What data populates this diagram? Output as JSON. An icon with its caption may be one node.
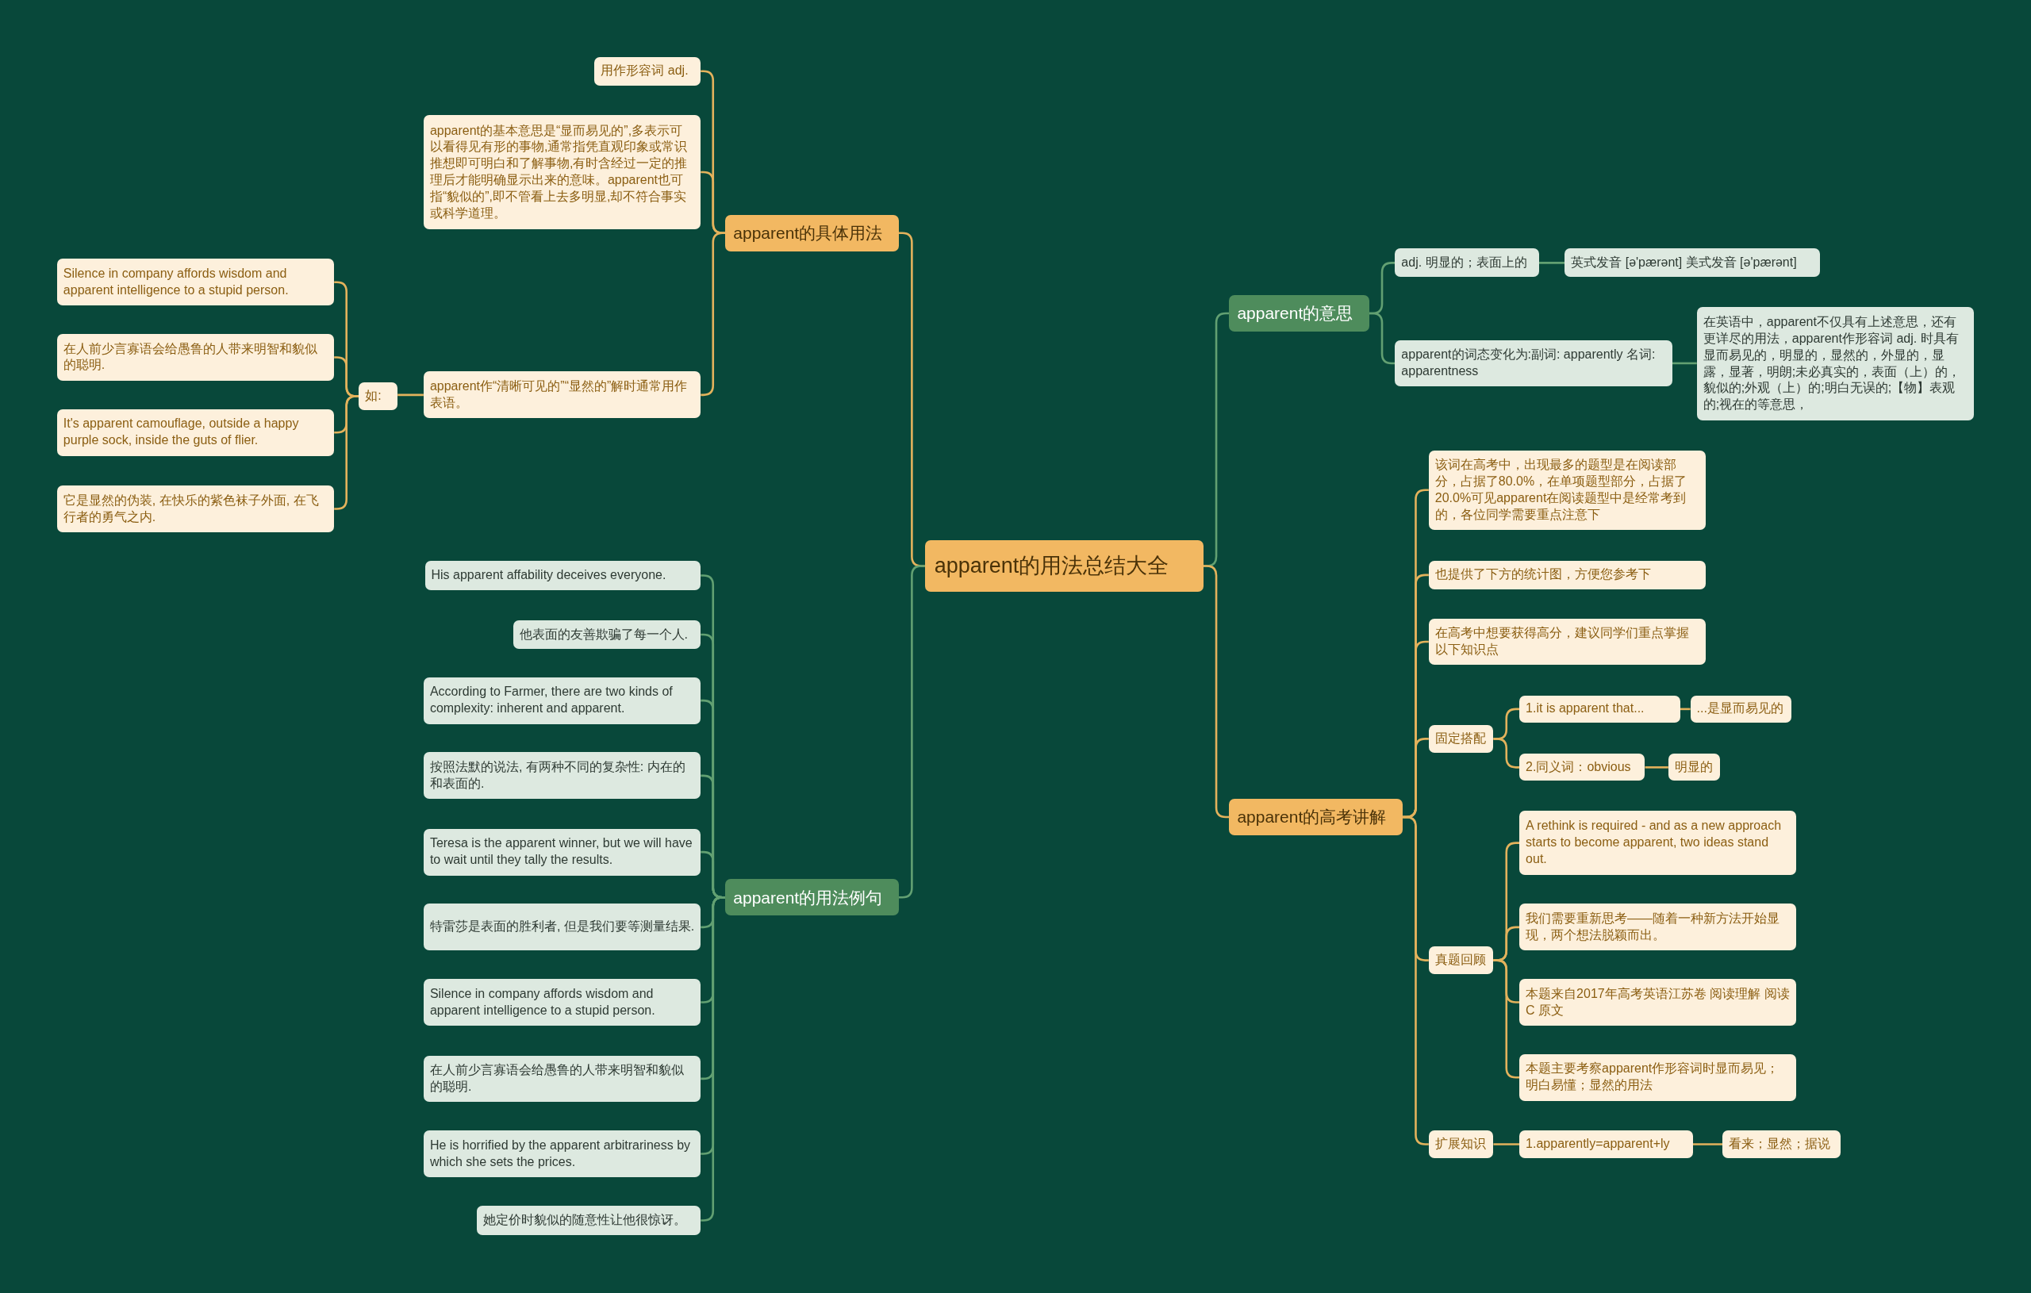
{
  "diagram": {
    "nodes": [
      {
        "text": [
          "apparent的用法总结大全"
        ]
      },
      {
        "text": [
          "apparent的具体用法"
        ]
      },
      {
        "text": [
          "用作形容词 adj."
        ]
      },
      {
        "text": [
          "apparent的基本意思是“显而易见的”,多表示可以看得见有形的事物,通常指凭直观印象或常识推想即可明白和了解事物,有时含经过一定的推理后才能明确显示出来的意味。apparent也可指“貌似的”,即不管看上去多明显,却不符合事实或科学道理。"
        ]
      },
      {
        "text": [
          "apparent作“清晰可见的”“显然的”解时通常用作表语。"
        ]
      },
      {
        "text": [
          "如:"
        ]
      },
      {
        "text": [
          "Silence in company affords wisdom and apparent intelligence to a stupid person."
        ]
      },
      {
        "text": [
          "在人前少言寡语会给愚鲁的人带来明智和貌似的聪明."
        ]
      },
      {
        "text": [
          "It's apparent camouflage, outside a happy purple sock, inside the guts of flier."
        ]
      },
      {
        "text": [
          "它是显然的伪装, 在快乐的紫色袜子外面, 在飞行者的勇气之内."
        ]
      },
      {
        "text": [
          "apparent的用法例句"
        ]
      },
      {
        "text": [
          "His apparent affability deceives everyone."
        ]
      },
      {
        "text": [
          "他表面的友善欺骗了每一个人."
        ]
      },
      {
        "text": [
          "According to Farmer, there are two kinds of complexity: inherent and apparent."
        ]
      },
      {
        "text": [
          "按照法默的说法, 有两种不同的复杂性: 内在的和表面的."
        ]
      },
      {
        "text": [
          "Teresa is the apparent winner, but we will have to wait until they tally the results."
        ]
      },
      {
        "text": [
          "特雷莎是表面的胜利者, 但是我们要等测量结果."
        ]
      },
      {
        "text": [
          "Silence in company affords wisdom and apparent intelligence to a stupid person."
        ]
      },
      {
        "text": [
          "在人前少言寡语会给愚鲁的人带来明智和貌似的聪明."
        ]
      },
      {
        "text": [
          "He is horrified by the apparent arbitrariness by which she sets the prices."
        ]
      },
      {
        "text": [
          "她定价时貌似的随意性让他很惊讶。"
        ]
      },
      {
        "text": [
          "apparent的意思"
        ]
      },
      {
        "text": [
          "adj. 明显的；表面上的"
        ]
      },
      {
        "text": [
          "英式发音 [ə'pærənt] 美式发音 [ə'pærənt]"
        ]
      },
      {
        "text": [
          "apparent的词态变化为:副词: apparently 名词: apparentness"
        ]
      },
      {
        "text": [
          "在英语中，apparent不仅具有上述意思，还有更详尽的用法，apparent作形容词 adj. 时具有显而易见的，明显的，显然的，外显的，显露，显著，明朗;未必真实的，表面（上）的，貌似的;外观（上）的;明白无误的;【物】表观的;视在的等意思，"
        ]
      },
      {
        "text": [
          "apparent的高考讲解"
        ]
      },
      {
        "text": [
          "该词在高考中，出现最多的题型是在阅读部分，占据了80.0%，在单项题型部分，占据了20.0%可见apparent在阅读题型中是经常考到的，各位同学需要重点注意下"
        ]
      },
      {
        "text": [
          "也提供了下方的统计图，方便您参考下"
        ]
      },
      {
        "text": [
          "在高考中想要获得高分，建议同学们重点掌握以下知识点"
        ]
      },
      {
        "text": [
          "固定搭配"
        ]
      },
      {
        "text": [
          "1.it is apparent that..."
        ]
      },
      {
        "text": [
          "...是显而易见的"
        ]
      },
      {
        "text": [
          "2.同义词：obvious"
        ]
      },
      {
        "text": [
          "明显的"
        ]
      },
      {
        "text": [
          "真题回顾"
        ]
      },
      {
        "text": [
          "A rethink is required - and as a new approach starts to become apparent, two ideas stand out."
        ]
      },
      {
        "text": [
          "我们需要重新思考——随着一种新方法开始显现，两个想法脱颖而出。"
        ]
      },
      {
        "text": [
          "本题来自2017年高考英语江苏卷 阅读理解 阅读C 原文"
        ]
      },
      {
        "text": [
          "本题主要考察apparent作形容词时显而易见；明白易懂；显然的用法"
        ]
      },
      {
        "text": [
          "扩展知识"
        ]
      },
      {
        "text": [
          "1.apparently=apparent+ly"
        ]
      },
      {
        "text": [
          "看来；显然；据说"
        ]
      }
    ],
    "edges": [
      {
        "from": 0,
        "to": 1,
        "arrow": "none"
      },
      {
        "from": 1,
        "to": 2,
        "arrow": "none"
      },
      {
        "from": 1,
        "to": 3,
        "arrow": "none"
      },
      {
        "from": 1,
        "to": 4,
        "arrow": "none"
      },
      {
        "from": 4,
        "to": 5,
        "arrow": "none"
      },
      {
        "from": 5,
        "to": 6,
        "arrow": "none"
      },
      {
        "from": 5,
        "to": 7,
        "arrow": "none"
      },
      {
        "from": 5,
        "to": 8,
        "arrow": "none"
      },
      {
        "from": 5,
        "to": 9,
        "arrow": "none"
      },
      {
        "from": 0,
        "to": 10,
        "arrow": "none",
        "color": "#62a072"
      },
      {
        "from": 10,
        "to": 11,
        "arrow": "none",
        "color": "#62a072"
      },
      {
        "from": 10,
        "to": 12,
        "arrow": "none",
        "color": "#62a072"
      },
      {
        "from": 10,
        "to": 13,
        "arrow": "none",
        "color": "#62a072"
      },
      {
        "from": 10,
        "to": 14,
        "arrow": "none",
        "color": "#62a072"
      },
      {
        "from": 10,
        "to": 15,
        "arrow": "none",
        "color": "#62a072"
      },
      {
        "from": 10,
        "to": 16,
        "arrow": "none",
        "color": "#62a072"
      },
      {
        "from": 10,
        "to": 17,
        "arrow": "none",
        "color": "#62a072"
      },
      {
        "from": 10,
        "to": 18,
        "arrow": "none",
        "color": "#62a072"
      },
      {
        "from": 10,
        "to": 19,
        "arrow": "none",
        "color": "#62a072"
      },
      {
        "from": 10,
        "to": 20,
        "arrow": "none",
        "color": "#62a072"
      },
      {
        "from": 0,
        "to": 21,
        "arrow": "none",
        "color": "#62a072"
      },
      {
        "from": 21,
        "to": 22,
        "arrow": "none",
        "color": "#62a072"
      },
      {
        "from": 22,
        "to": 23,
        "arrow": "none",
        "color": "#62a072"
      },
      {
        "from": 21,
        "to": 24,
        "arrow": "none",
        "color": "#62a072"
      },
      {
        "from": 24,
        "to": 25,
        "arrow": "none",
        "color": "#62a072"
      },
      {
        "from": 0,
        "to": 26,
        "arrow": "none"
      },
      {
        "from": 26,
        "to": 27,
        "arrow": "none"
      },
      {
        "from": 26,
        "to": 28,
        "arrow": "none"
      },
      {
        "from": 26,
        "to": 29,
        "arrow": "none"
      },
      {
        "from": 26,
        "to": 30,
        "arrow": "none"
      },
      {
        "from": 30,
        "to": 31,
        "arrow": "none"
      },
      {
        "from": 31,
        "to": 32,
        "arrow": "none"
      },
      {
        "from": 30,
        "to": 33,
        "arrow": "none"
      },
      {
        "from": 33,
        "to": 34,
        "arrow": "none"
      },
      {
        "from": 26,
        "to": 35,
        "arrow": "none"
      },
      {
        "from": 35,
        "to": 36,
        "arrow": "none"
      },
      {
        "from": 35,
        "to": 37,
        "arrow": "none"
      },
      {
        "from": 35,
        "to": 38,
        "arrow": "none"
      },
      {
        "from": 35,
        "to": 39,
        "arrow": "none"
      },
      {
        "from": 26,
        "to": 40,
        "arrow": "none"
      },
      {
        "from": 40,
        "to": 41,
        "arrow": "none"
      },
      {
        "from": 41,
        "to": 42,
        "arrow": "none"
      }
    ]
  }
}
